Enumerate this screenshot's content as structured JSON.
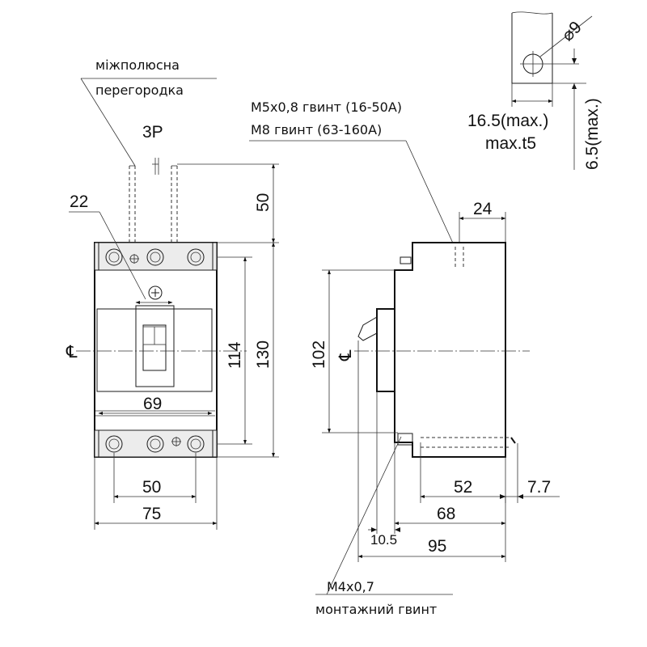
{
  "front_view": {
    "pole_label": "3P",
    "barrier_label_line1": "міжполюсна",
    "barrier_label_line2": "перегородка",
    "dim_top_terminal": "50",
    "dim_handle_offset": "22",
    "dim_inner_height": "114",
    "dim_total_height": "130",
    "dim_handle_width": "69",
    "dim_terminal_pitch": "50",
    "dim_width": "75",
    "centerline_symbol": "℄"
  },
  "side_view": {
    "screw_note_line1": "M5x0,8 гвинт (16-50A)",
    "screw_note_line2": "M8 гвинт (63-160A)",
    "dim_top_width": "24",
    "dim_handle_height": "102",
    "dim_52": "52",
    "dim_7_7": "7.7",
    "dim_68": "68",
    "dim_10_5": "10.5",
    "dim_95": "95",
    "mount_note_line1": "M4x0,7",
    "mount_note_line2": "монтажний гвинт",
    "centerline_symbol": "℄"
  },
  "terminal_detail": {
    "dim_hole": "⌀9",
    "dim_width_max": "16.5(max.)",
    "dim_thickness": "max.t5",
    "dim_offset_max": "6.5(max.)"
  }
}
